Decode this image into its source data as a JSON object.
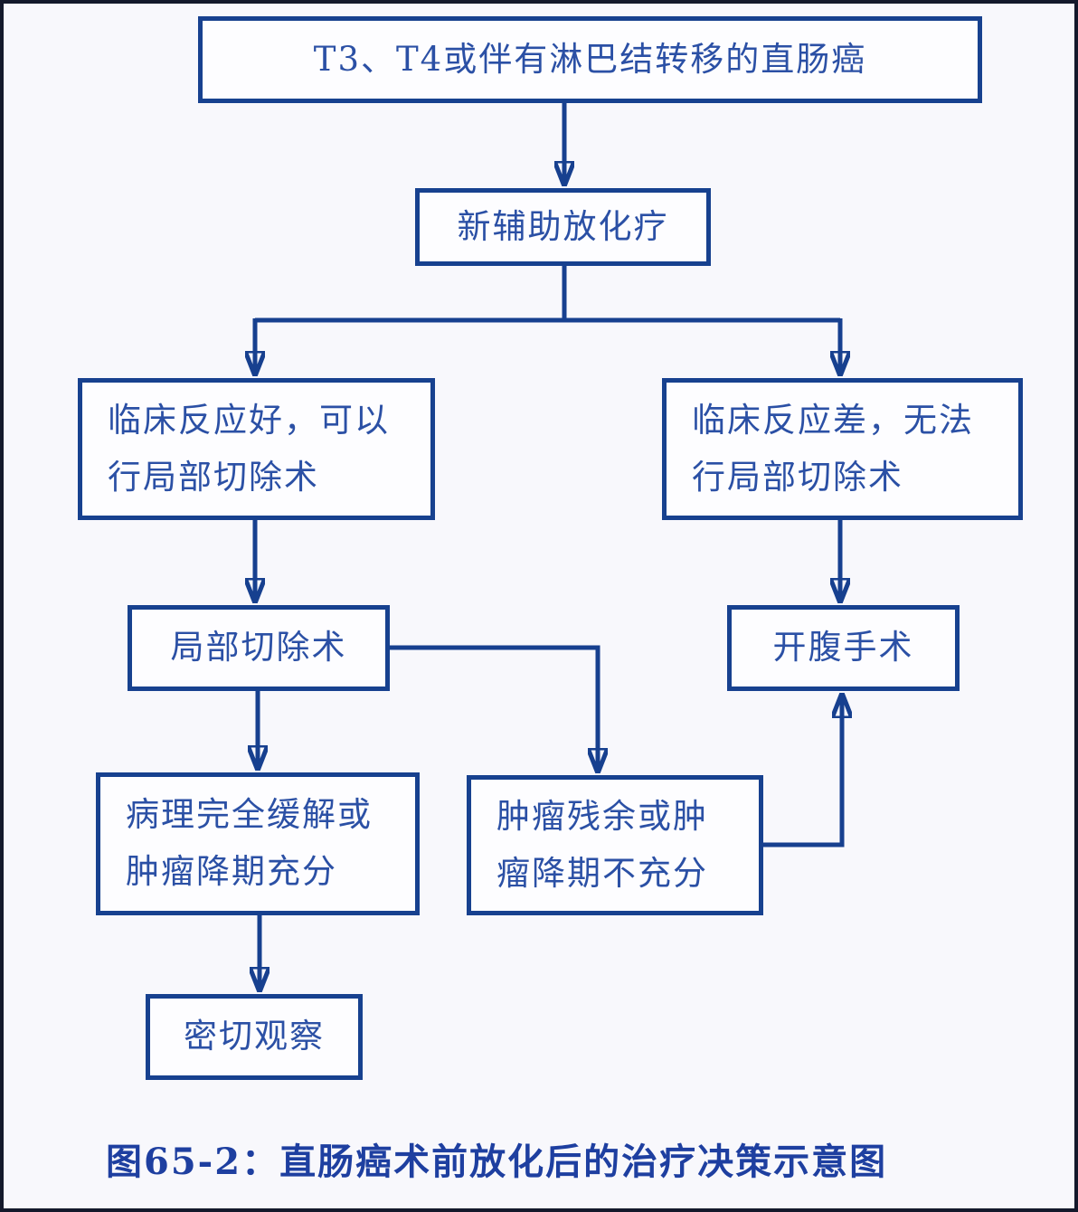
{
  "page": {
    "background_color": "#f8f8fc",
    "outer_border_color": "#14192b"
  },
  "flowchart": {
    "line_color": "#17408f",
    "box_border_color": "#17418f",
    "text_color": "#2b50a5",
    "nodes": {
      "root": {
        "label": "T3、T4或伴有淋巴结转移的直肠癌"
      },
      "neoadjuvant": {
        "label": "新辅助放化疗"
      },
      "good_response": {
        "label": "临床反应好，可以\n行局部切除术"
      },
      "poor_response": {
        "label": "临床反应差，无法\n行局部切除术"
      },
      "local_excision": {
        "label": "局部切除术"
      },
      "laparotomy": {
        "label": "开腹手术"
      },
      "path_remission": {
        "label": "病理完全缓解或\n肿瘤降期充分"
      },
      "tumor_residual": {
        "label": "肿瘤残余或肿\n瘤降期不充分"
      },
      "observation": {
        "label": "密切观察"
      }
    },
    "edges": [
      {
        "from": "root",
        "to": "neoadjuvant"
      },
      {
        "from": "neoadjuvant",
        "to": "good_response"
      },
      {
        "from": "neoadjuvant",
        "to": "poor_response"
      },
      {
        "from": "good_response",
        "to": "local_excision"
      },
      {
        "from": "poor_response",
        "to": "laparotomy"
      },
      {
        "from": "local_excision",
        "to": "path_remission"
      },
      {
        "from": "local_excision",
        "to": "tumor_residual"
      },
      {
        "from": "tumor_residual",
        "to": "laparotomy"
      },
      {
        "from": "path_remission",
        "to": "observation"
      }
    ]
  },
  "caption": {
    "text": "图65-2：直肠癌术前放化后的治疗决策示意图"
  }
}
